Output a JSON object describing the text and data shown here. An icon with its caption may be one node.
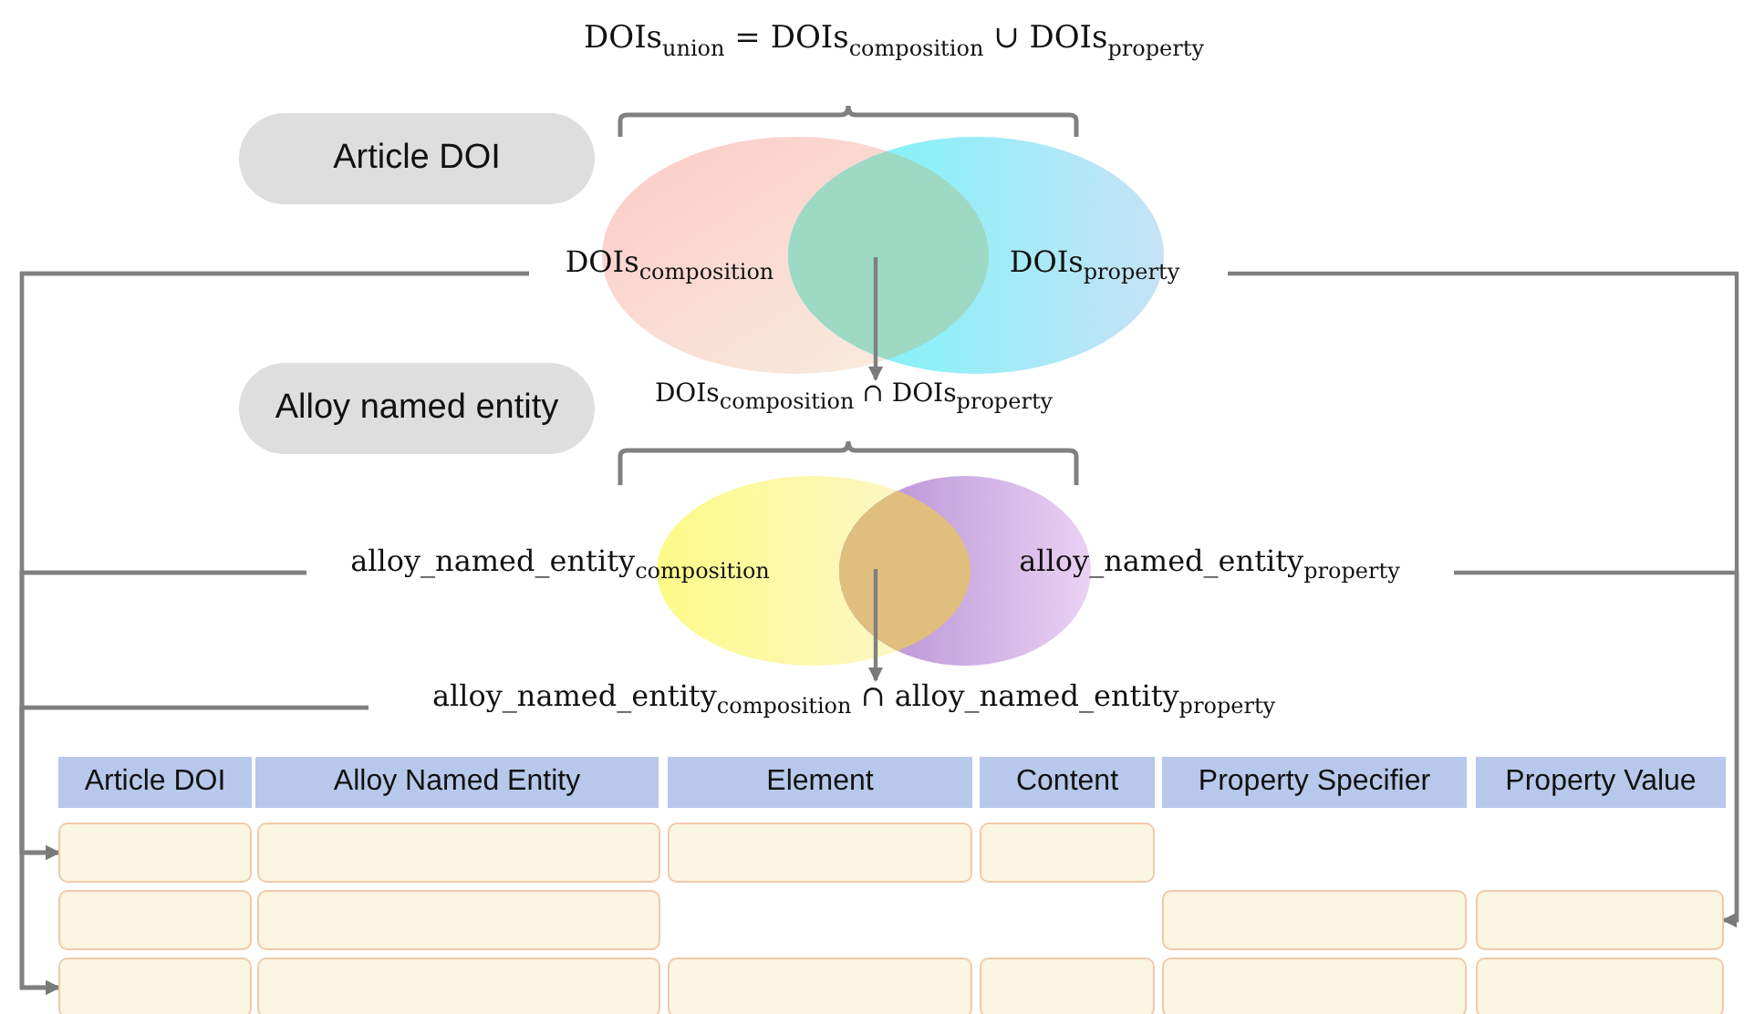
{
  "diagram": {
    "nodes": [
      {
        "text": [
          "Article DOI"
        ]
      },
      {
        "text": [
          "DOIs$_{composition}$"
        ]
      },
      {
        "text": [
          "DOIs$_{property}$"
        ]
      },
      {
        "text": [
          "Alloy named entity"
        ]
      },
      {
        "text": [
          "DOIs$_{composition}$ ∩ DOIs$_{property}$"
        ]
      },
      {
        "text": [
          "alloy_named_entity$_{composition}$"
        ]
      },
      {
        "text": [
          "alloy_named_entity$_{property}$"
        ]
      },
      {
        "text": [
          "alloy_named_entity$_{composition}$ ∩ alloy_named_entity$_{property}$"
        ]
      },
      {
        "text": [
          "Article DOI"
        ]
      },
      {
        "text": [
          "Alloy Named Entity"
        ]
      },
      {
        "text": [
          "Element"
        ]
      },
      {
        "text": [
          "Content"
        ]
      },
      {
        "text": [
          "Property Specifier"
        ]
      },
      {
        "text": [
          "Property Value"
        ]
      },
      {
        "text": [],
        "shape": "box"
      },
      {
        "text": [],
        "shape": "box"
      },
      {
        "text": [],
        "shape": "box"
      },
      {
        "text": [],
        "shape": "box"
      },
      {
        "text": [],
        "shape": "box"
      },
      {
        "text": [],
        "shape": "box"
      },
      {
        "text": [],
        "shape": "box"
      },
      {
        "text": [],
        "shape": "box"
      },
      {
        "text": [],
        "shape": "box"
      },
      {
        "text": [],
        "shape": "box"
      },
      {
        "text": [],
        "shape": "box"
      },
      {
        "text": [],
        "shape": "box"
      },
      {
        "text": [],
        "shape": "box"
      },
      {
        "text": [],
        "shape": "box"
      }
    ],
    "edges": [
      {
        "from": null,
        "to": 4,
        "arrow": "to"
      },
      {
        "from": null,
        "to": 7,
        "arrow": "to"
      },
      {
        "from": 1,
        "to": 14,
        "arrow": "to"
      },
      {
        "from": 1,
        "to": 22,
        "arrow": "to"
      },
      {
        "from": 5,
        "to": 14,
        "arrow": "to"
      },
      {
        "from": 5,
        "to": 22,
        "arrow": "to"
      },
      {
        "from": 7,
        "to": 14,
        "arrow": "to"
      },
      {
        "from": 7,
        "to": 22,
        "arrow": "to"
      },
      {
        "from": 2,
        "to": 21,
        "arrow": "to"
      },
      {
        "from": 6,
        "to": 21,
        "arrow": "to"
      }
    ],
    "labels": [
      "DOIs$_{union}$ = DOIs$_{composition}$ ∪ DOIs$_{property}$"
    ]
  }
}
